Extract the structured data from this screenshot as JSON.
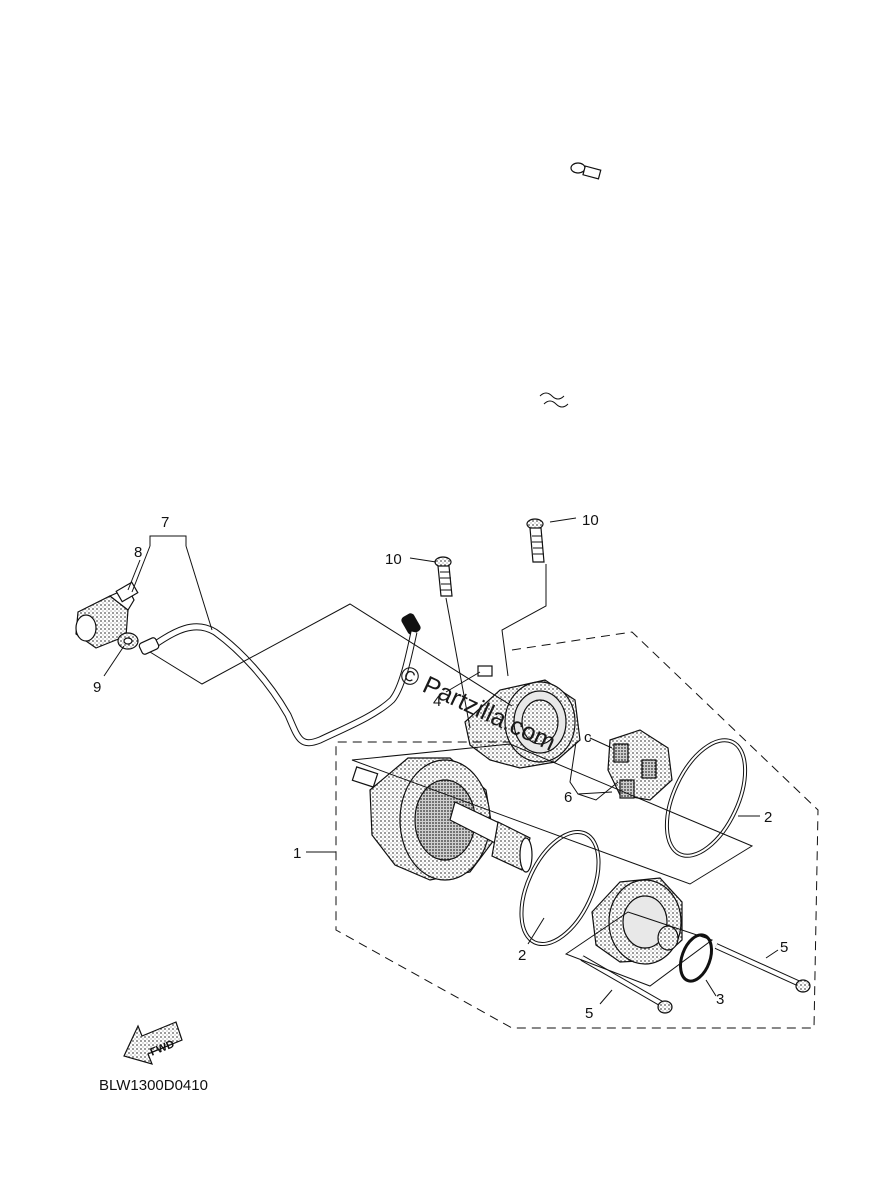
{
  "diagram": {
    "code": "BLW1300D0410",
    "watermark": "© Partzilla.com",
    "fwd_label": "FWD",
    "callouts": {
      "c1": "1",
      "c2a": "2",
      "c2b": "2",
      "c3": "3",
      "c4": "4",
      "c5a": "5",
      "c5b": "5",
      "c6": "6",
      "c7": "7",
      "c8": "8",
      "c9": "9",
      "c10a": "10",
      "c10b": "10",
      "connector_mark": "c"
    },
    "colors": {
      "ink": "#111111",
      "paper": "#ffffff",
      "shade": "#bdbdbd"
    }
  }
}
